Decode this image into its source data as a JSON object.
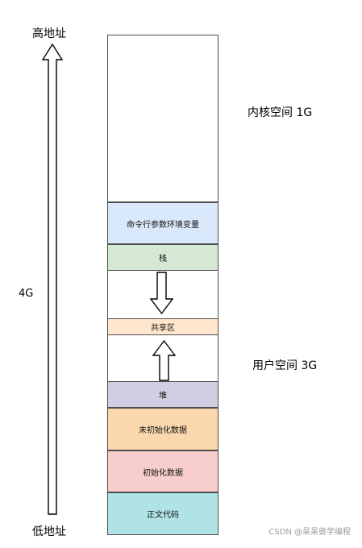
{
  "labels": {
    "high_address": "高地址",
    "low_address": "低地址",
    "total": "4G",
    "kernel_space": "内核空间  1G",
    "user_space": "用户空间  3G"
  },
  "segments": [
    {
      "label": "",
      "color": "#ffffff"
    },
    {
      "label": "命令行参数环境变量",
      "color": "#dae8fc"
    },
    {
      "label": "栈",
      "color": "#d5e8d4"
    },
    {
      "label": "",
      "color": "#ffffff"
    },
    {
      "label": "共享区",
      "color": "#ffe6cc"
    },
    {
      "label": "",
      "color": "#ffffff"
    },
    {
      "label": "堆",
      "color": "#d0cee2"
    },
    {
      "label": "未初始化数据",
      "color": "#fad7ac"
    },
    {
      "label": "初始化数据",
      "color": "#f8cecc"
    },
    {
      "label": "正文代码",
      "color": "#b0e3e6"
    }
  ],
  "watermark": "CSDN @呆呆兽学编程"
}
